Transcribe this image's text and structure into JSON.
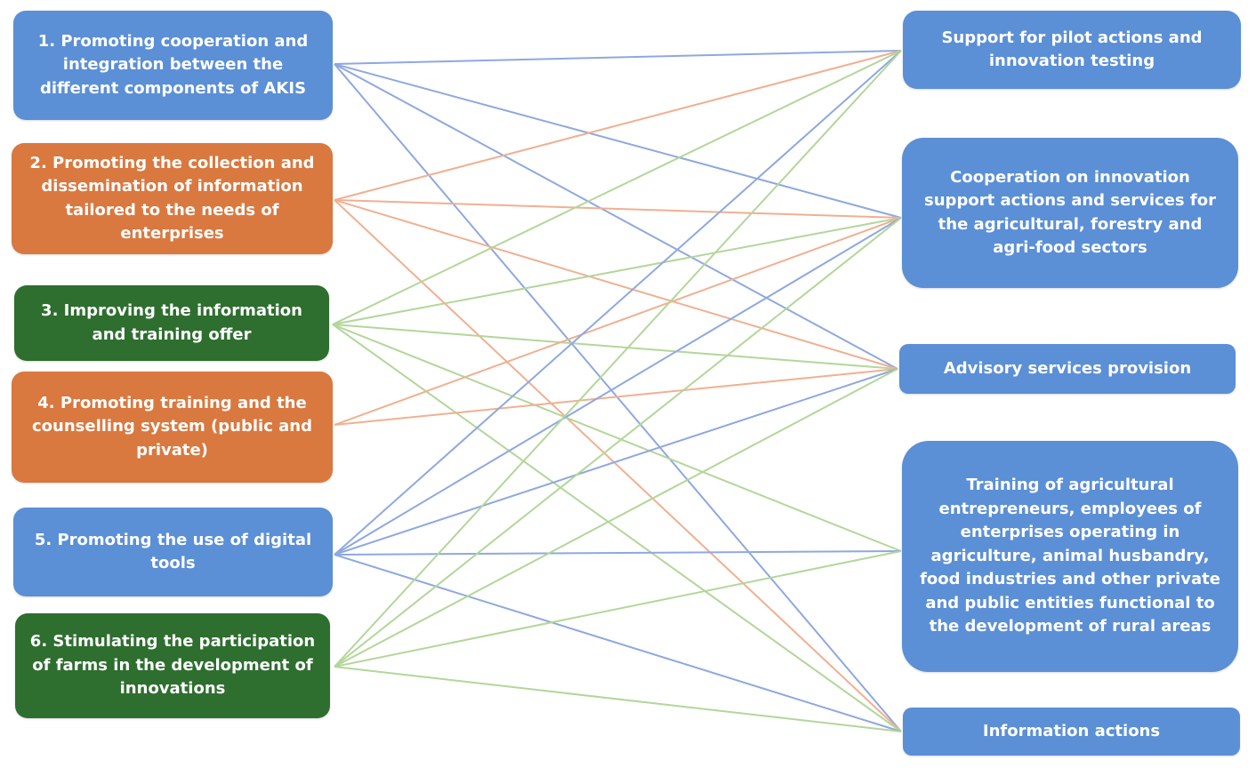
{
  "colors": {
    "blue": "#5b8fd6",
    "orange": "#d9783f",
    "green": "#2e6e2f",
    "blue_line": "#8fa8e0",
    "orange_line": "#f0b091",
    "green_line": "#b3d69a"
  },
  "objectives": [
    {
      "label": "1. Promoting cooperation and integration between the different components of AKIS",
      "color": "blue"
    },
    {
      "label": "2.  Promoting the collection and dissemination of information tailored to the needs of enterprises",
      "color": "orange"
    },
    {
      "label": "3.  Improving the information and training offer",
      "color": "green"
    },
    {
      "label": "4. Promoting training and the counselling system (public and private)",
      "color": "orange"
    },
    {
      "label": "5. Promoting the use of digital tools",
      "color": "blue"
    },
    {
      "label": "6.  Stimulating the participation of farms in the development of innovations",
      "color": "green"
    }
  ],
  "actions": [
    {
      "label": "Support for pilot actions and innovation testing"
    },
    {
      "label": "Cooperation on innovation support actions and services for the agricultural, forestry and agri-food sectors"
    },
    {
      "label": "Advisory services provision"
    },
    {
      "label": "Training of agricultural entrepreneurs, employees of enterprises operating in agriculture, animal husbandry, food industries and other private and public entities functional to the development of rural areas"
    },
    {
      "label": "Information actions"
    }
  ],
  "links": [
    {
      "from": 1,
      "to": 1
    },
    {
      "from": 1,
      "to": 2
    },
    {
      "from": 1,
      "to": 3
    },
    {
      "from": 1,
      "to": 5
    },
    {
      "from": 2,
      "to": 1
    },
    {
      "from": 2,
      "to": 2
    },
    {
      "from": 2,
      "to": 3
    },
    {
      "from": 2,
      "to": 5
    },
    {
      "from": 3,
      "to": 1
    },
    {
      "from": 3,
      "to": 2
    },
    {
      "from": 3,
      "to": 3
    },
    {
      "from": 3,
      "to": 4
    },
    {
      "from": 3,
      "to": 5
    },
    {
      "from": 4,
      "to": 2
    },
    {
      "from": 4,
      "to": 3
    },
    {
      "from": 5,
      "to": 1
    },
    {
      "from": 5,
      "to": 2
    },
    {
      "from": 5,
      "to": 3
    },
    {
      "from": 5,
      "to": 4
    },
    {
      "from": 5,
      "to": 5
    },
    {
      "from": 6,
      "to": 1
    },
    {
      "from": 6,
      "to": 2
    },
    {
      "from": 6,
      "to": 3
    },
    {
      "from": 6,
      "to": 4
    },
    {
      "from": 6,
      "to": 5
    }
  ]
}
